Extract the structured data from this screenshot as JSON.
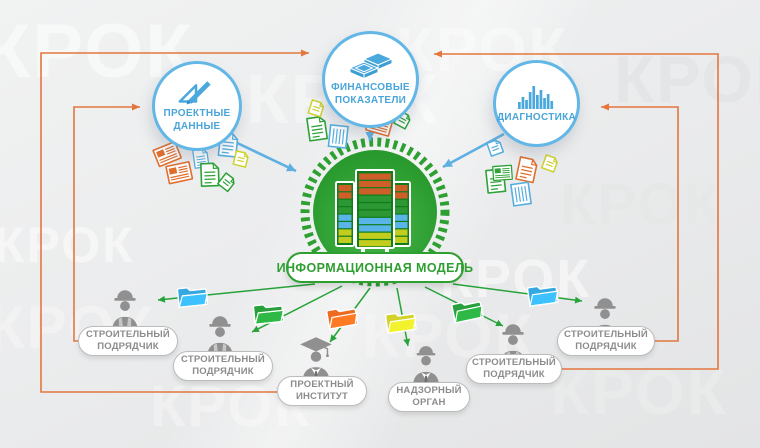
{
  "watermark": {
    "text": "КРОК"
  },
  "colors": {
    "background": "#ebecec",
    "accent_blue": "#5fb0e2",
    "accent_green": "#27a339",
    "accent_orange": "#e4763e",
    "circle_border_blue": "#63b7e6",
    "source_text_blue": "#4aa5d9",
    "recipient_text_gray": "#8c8c8c",
    "person_gray": "#909090",
    "hub_green": "#2e9f31",
    "folder_blue": "#35a8e0",
    "folder_green": "#28a03c",
    "folder_orange": "#ed6a1e",
    "folder_yellow": "#d3d229",
    "doc_blue": "#56aee0",
    "doc_green": "#2fa239",
    "doc_orange": "#e06f2e",
    "doc_yellow": "#cdd22b",
    "server_orange": "#cf5f28",
    "server_green": "#2c9733",
    "server_blue": "#59b5e7",
    "server_yellow": "#c3cd1f"
  },
  "sources": [
    {
      "id": "project-data",
      "line1": "ПРОЕКТНЫЕ",
      "line2": "ДАННЫЕ",
      "icon": "drafting-tools-icon"
    },
    {
      "id": "financial-indicators",
      "line1": "ФИНАНСОВЫЕ",
      "line2": "ПОКАЗАТЕЛИ",
      "icon": "banknotes-icon"
    },
    {
      "id": "diagnostics",
      "line1": "ДИАГНОСТИКА",
      "line2": "",
      "icon": "bar-chart-icon"
    }
  ],
  "center": {
    "label": "ИНФОРМАЦИОННАЯ МОДЕЛЬ"
  },
  "recipients": [
    {
      "line1": "СТРОИТЕЛЬНЫЙ",
      "line2": "ПОДРЯДЧИК",
      "type": "construction-worker"
    },
    {
      "line1": "СТРОИТЕЛЬНЫЙ",
      "line2": "ПОДРЯДЧИК",
      "type": "construction-worker"
    },
    {
      "line1": "ПРОЕКТНЫЙ",
      "line2": "ИНСТИТУТ",
      "type": "graduate"
    },
    {
      "line1": "НАДЗОРНЫЙ",
      "line2": "ОРГАН",
      "type": "inspector"
    },
    {
      "line1": "СТРОИТЕЛЬНЫЙ",
      "line2": "ПОДРЯДЧИК",
      "type": "construction-worker"
    },
    {
      "line1": "СТРОИТЕЛЬНЫЙ",
      "line2": "ПОДРЯДЧИК",
      "type": "construction-worker"
    }
  ]
}
